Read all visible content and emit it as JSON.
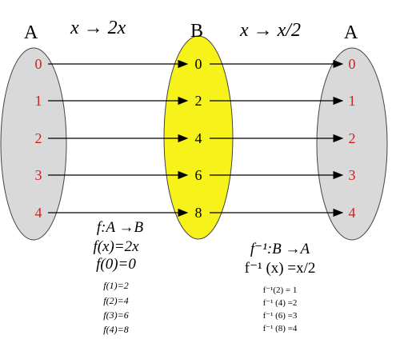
{
  "sets": {
    "left_title": "A",
    "middle_title": "B",
    "right_title": "A",
    "left_elements": [
      "0",
      "1",
      "2",
      "3",
      "4"
    ],
    "middle_elements": [
      "0",
      "2",
      "4",
      "6",
      "8"
    ],
    "right_elements": [
      "0",
      "1",
      "2",
      "3",
      "4"
    ]
  },
  "rules": {
    "forward": "x → 2x",
    "inverse": "x → x/2"
  },
  "forward_function": {
    "signature": "f:A →B",
    "definition": "f(x)=2x",
    "example": "f(0)=0",
    "values": [
      "f(1)=2",
      "f(2)=4",
      "f(3)=6",
      "f(4)=8"
    ]
  },
  "inverse_function": {
    "signature": "f⁻¹:B →A",
    "definition": "f⁻¹ (x) =x/2",
    "values": [
      "f⁻¹(2) = 1",
      "f⁻¹ (4) =2",
      "f⁻¹ (6) =3",
      "f⁻¹ (8) =4"
    ]
  },
  "colors": {
    "set_a_fill": "#d9d9d9",
    "set_b_fill": "#f7f21a",
    "element_a_text": "#cc2222",
    "element_b_text": "#000000",
    "arrow": "#000000"
  }
}
